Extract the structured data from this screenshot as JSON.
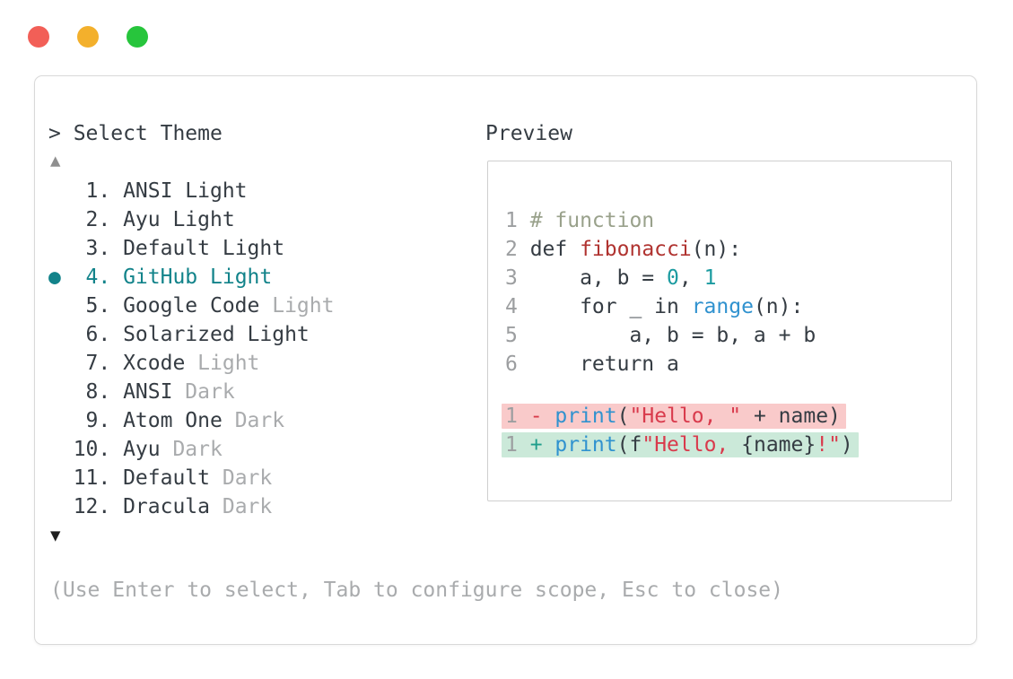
{
  "window_controls": {
    "close_color": "#f25f57",
    "minimize_color": "#f3b02c",
    "maximize_color": "#27c53c"
  },
  "prompt": {
    "marker": ">",
    "title": "Select Theme"
  },
  "scroll": {
    "up_glyph": "▲",
    "down_glyph": "▼"
  },
  "theme_list": {
    "selected_number": "4.",
    "selected_marker": "●",
    "items": [
      {
        "number": "1.",
        "base": "ANSI",
        "variant": "Light",
        "dim": false,
        "selected": false
      },
      {
        "number": "2.",
        "base": "Ayu",
        "variant": "Light",
        "dim": false,
        "selected": false
      },
      {
        "number": "3.",
        "base": "Default",
        "variant": "Light",
        "dim": false,
        "selected": false
      },
      {
        "number": "4.",
        "base": "GitHub",
        "variant": "Light",
        "dim": false,
        "selected": true,
        "marker": "●"
      },
      {
        "number": "5.",
        "base": "Google Code",
        "variant": "Light",
        "dim": true,
        "selected": false
      },
      {
        "number": "6.",
        "base": "Solarized",
        "variant": "Light",
        "dim": false,
        "selected": false
      },
      {
        "number": "7.",
        "base": "Xcode",
        "variant": "Light",
        "dim": true,
        "selected": false
      },
      {
        "number": "8.",
        "base": "ANSI",
        "variant": "Dark",
        "dim": true,
        "selected": false
      },
      {
        "number": "9.",
        "base": "Atom One",
        "variant": "Dark",
        "dim": true,
        "selected": false
      },
      {
        "number": "10.",
        "base": "Ayu",
        "variant": "Dark",
        "dim": true,
        "selected": false
      },
      {
        "number": "11.",
        "base": "Default",
        "variant": "Dark",
        "dim": true,
        "selected": false
      },
      {
        "number": "12.",
        "base": "Dracula",
        "variant": "Dark",
        "dim": true,
        "selected": false
      }
    ]
  },
  "preview": {
    "label": "Preview",
    "code_lines": [
      {
        "num": "1",
        "tokens": [
          {
            "text": "# function",
            "style": "comment"
          }
        ]
      },
      {
        "num": "2",
        "tokens": [
          {
            "text": "def ",
            "style": "code"
          },
          {
            "text": "fibonacci",
            "style": "func"
          },
          {
            "text": "(n):",
            "style": "code"
          }
        ]
      },
      {
        "num": "3",
        "tokens": [
          {
            "text": "    a, b = ",
            "style": "code"
          },
          {
            "text": "0",
            "style": "number"
          },
          {
            "text": ", ",
            "style": "code"
          },
          {
            "text": "1",
            "style": "number"
          }
        ]
      },
      {
        "num": "4",
        "tokens": [
          {
            "text": "    for _ in ",
            "style": "code"
          },
          {
            "text": "range",
            "style": "builtin"
          },
          {
            "text": "(n):",
            "style": "code"
          }
        ]
      },
      {
        "num": "5",
        "tokens": [
          {
            "text": "        a, b = b, a + b",
            "style": "code"
          }
        ]
      },
      {
        "num": "6",
        "tokens": [
          {
            "text": "    return a",
            "style": "code"
          }
        ]
      }
    ],
    "diff_lines": [
      {
        "type": "removed",
        "num": "1",
        "tokens": [
          {
            "text": "- ",
            "style": "minus"
          },
          {
            "text": "print",
            "style": "builtin"
          },
          {
            "text": "(",
            "style": "code"
          },
          {
            "text": "\"Hello, \"",
            "style": "string"
          },
          {
            "text": " + name)",
            "style": "code"
          }
        ]
      },
      {
        "type": "added",
        "num": "1",
        "tokens": [
          {
            "text": "+ ",
            "style": "plus"
          },
          {
            "text": "print",
            "style": "builtin"
          },
          {
            "text": "(f",
            "style": "code"
          },
          {
            "text": "\"Hello, ",
            "style": "string"
          },
          {
            "text": "{name}",
            "style": "code"
          },
          {
            "text": "!\"",
            "style": "string"
          },
          {
            "text": ")",
            "style": "code"
          }
        ]
      }
    ]
  },
  "hint": "(Use Enter to select, Tab to configure scope, Esc to close)",
  "colors": {
    "selected_teal": "#12838a",
    "text_dark": "#353c43",
    "dim_gray": "#a9abad",
    "line_number_gray": "#9c9ea0",
    "comment_green": "#99a18b",
    "function_red": "#b03330",
    "number_teal": "#1b9ba0",
    "builtin_blue": "#3092cf",
    "string_red": "#d93a4c",
    "diff_removed_bg": "#f9caca",
    "diff_added_bg": "#cbe9d9"
  }
}
